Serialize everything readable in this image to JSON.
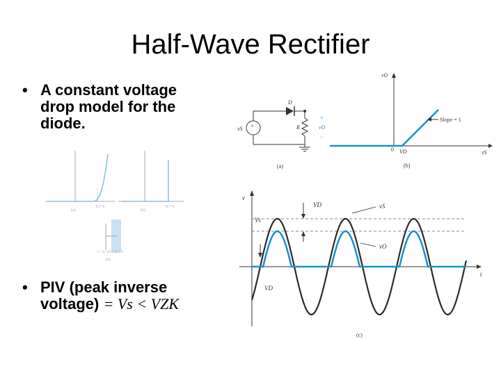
{
  "title": "Half-Wave Rectifier",
  "bullets": [
    {
      "text": "A constant voltage drop model for the diode."
    },
    {
      "text_prefix": "PIV (peak inverse voltage)",
      "formula": "= Vs < VZK"
    }
  ],
  "bullet_symbol": "•",
  "circuit_labels": {
    "diode": "D",
    "resistor": "R",
    "source": "vS",
    "output": "vO",
    "plus": "+",
    "minus": "−",
    "caption": "(a)"
  },
  "transfer_labels": {
    "y_axis": "vO",
    "x_axis": "vS",
    "origin": "0",
    "threshold": "VD",
    "slope": "Slope = 1",
    "caption": "(b)"
  },
  "waveform_labels": {
    "y_axis": "v",
    "x_axis": "t",
    "vs_peak": "Vs",
    "vd_top": "VD",
    "vd_bottom": "VD",
    "vs_curve": "vS",
    "vo_curve": "vO",
    "caption": "(c)"
  },
  "model_labels": {
    "caption_a": "(a)",
    "caption_b": "(b)",
    "caption_c": "(c)",
    "vd_a": "0.7 V",
    "vd_b": "0.7 V",
    "eq": "i > 0, vD = 0.7 V"
  },
  "colors": {
    "accent_blue": "#1a8fc8",
    "curve_dark": "#2a2a2a"
  }
}
